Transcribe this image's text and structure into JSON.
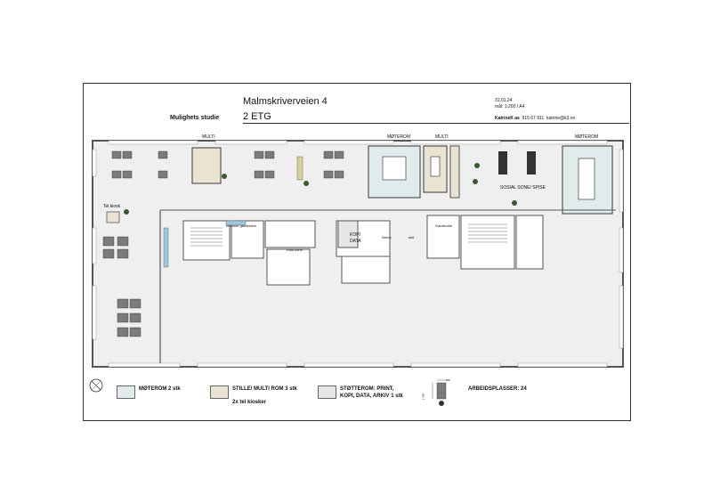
{
  "header": {
    "title": "Malmskriverveien 4",
    "floor": "2 ETG",
    "subtitle": "Mulighets studie",
    "date": "31.01.24",
    "scale": "mål: 1:200 / A4",
    "company": "KatrineK as",
    "phone": "915 67 911",
    "email": "katrine@k3.no"
  },
  "room_labels": {
    "multi_1": "MULTI",
    "moterom_1": "MØTEROM",
    "multi_2": "MULTI",
    "moterom_2": "MØTEROM",
    "sosial": "SOSIAL SONE/ SPISE",
    "tel_kiosk": "Tel.kiosk",
    "renhold": "renhold/ garderobe",
    "kopi": "KOPI",
    "data": "DATA",
    "nemo": "Nemo",
    "skit": "skit",
    "garderobe": "Garderobe",
    "kald_sone": "Kald sone"
  },
  "legend": [
    {
      "label": "MØTEROM 2 stk",
      "color": "#dfeceb"
    },
    {
      "label": "STILLE/ MULTI ROM 3 stk",
      "color": "#e9e4d2",
      "sub": "2x tel kiosker"
    },
    {
      "label": "STØTTEROM: PRINT, KOPI, DATA, ARKIV 1 stk",
      "line1": "STØTTEROM: PRINT,",
      "line2": "KOPI, DATA, ARKIV 1 stk",
      "color": "#e6e6e6"
    },
    {
      "label": "ARBEIDSPLASSER: 24"
    }
  ],
  "workstation_dims": {
    "width": "800",
    "depth": "1 600"
  },
  "colors": {
    "floor": "#efefef",
    "meeting": "#dfeceb",
    "multi": "#e9e4d2",
    "support": "#e6e6e6",
    "wall": "#555555",
    "desk": "#7b7b7b",
    "plant": "#3c5a2e"
  }
}
